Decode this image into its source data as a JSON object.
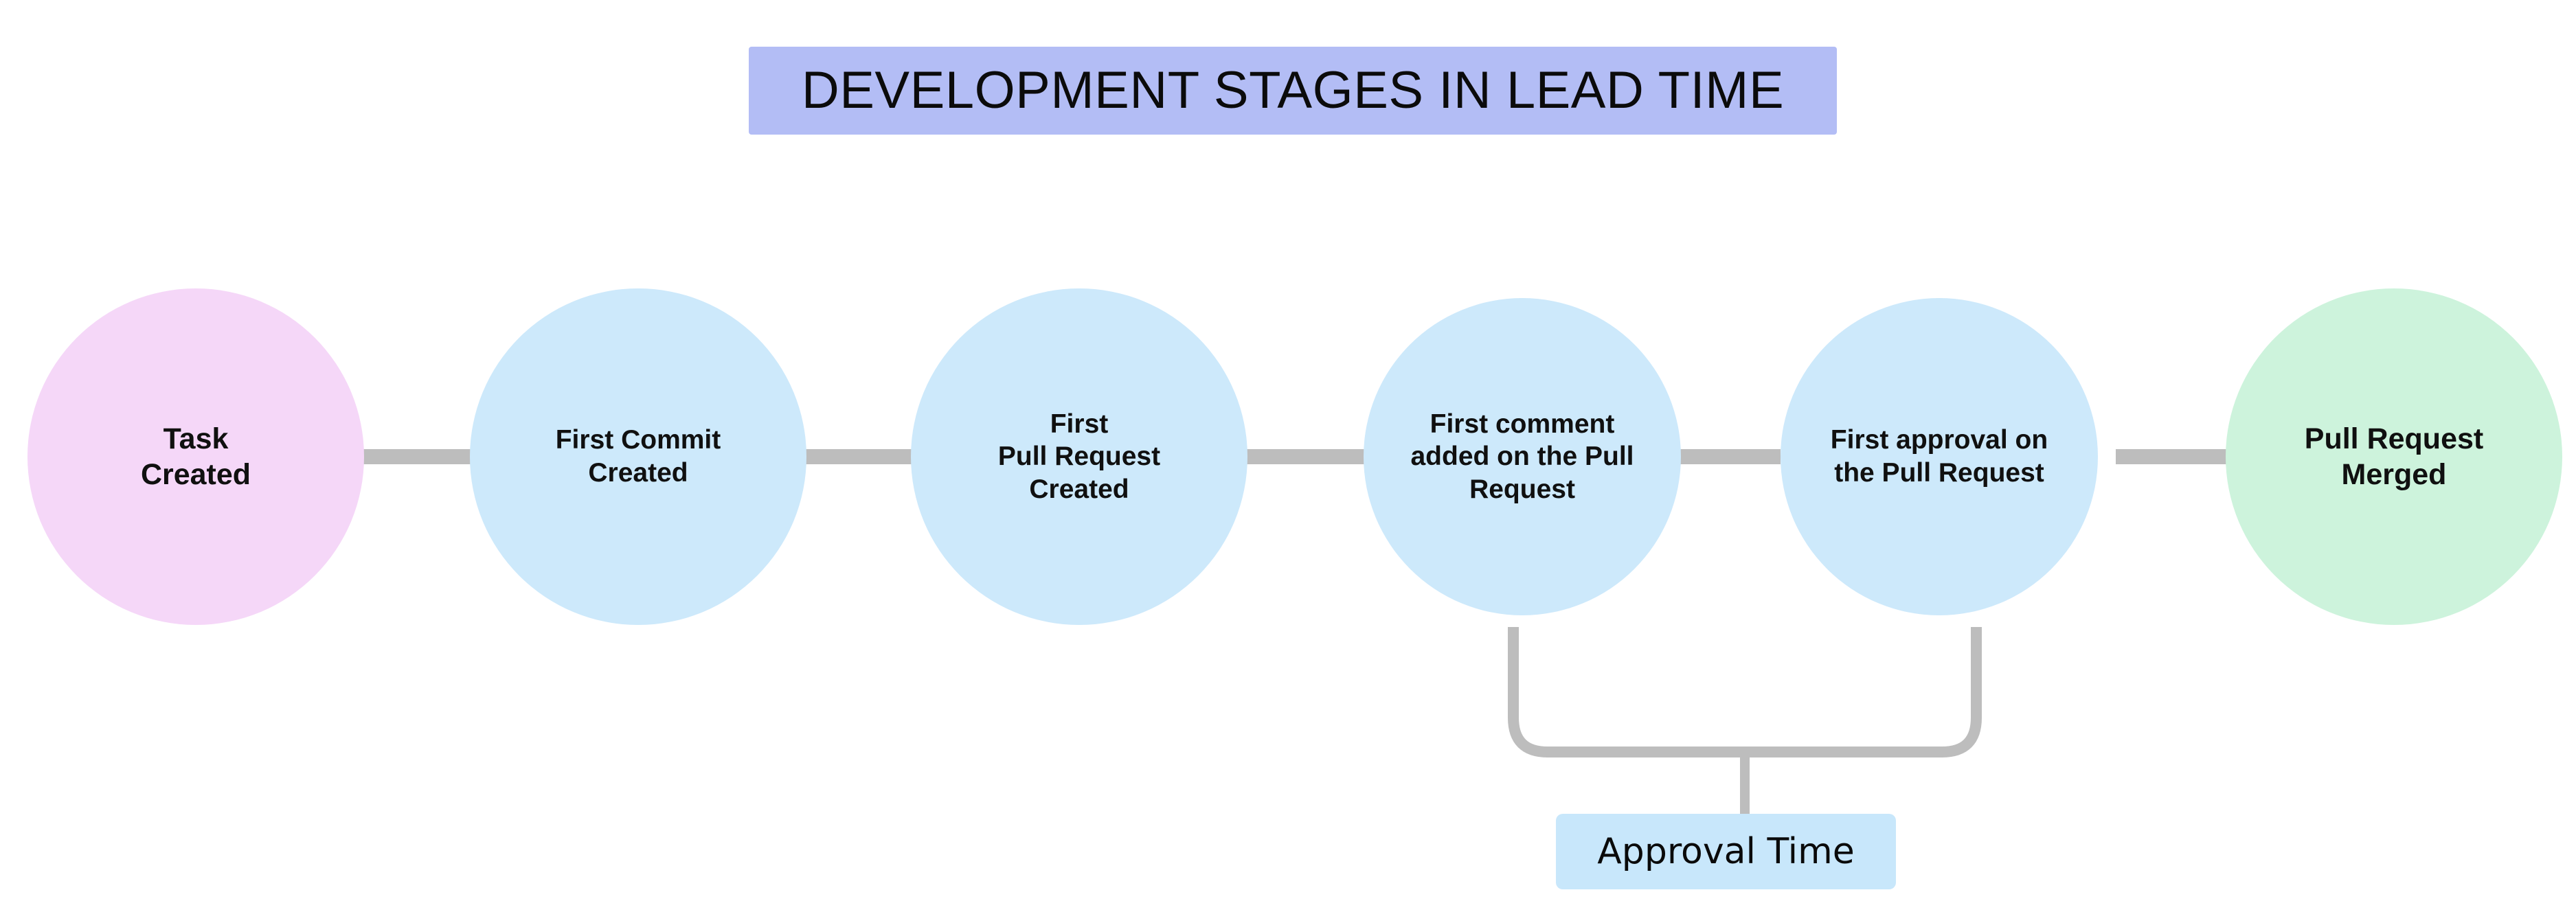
{
  "diagram": {
    "title": "DEVELOPMENT STAGES IN LEAD TIME",
    "title_bg": "#B3BDF5",
    "background": "#FFFFFF",
    "connector_color": "#BDBDBD",
    "type": "horizontal-flow-timeline",
    "nodes": [
      {
        "id": "task-created",
        "label": "Task\nCreated",
        "color": "#F5D7F8",
        "shape": "circle",
        "order": 1
      },
      {
        "id": "first-commit-created",
        "label": "First Commit\nCreated",
        "color": "#CDE9FB",
        "shape": "circle",
        "order": 2
      },
      {
        "id": "first-pull-request-created",
        "label": "First\nPull Request\nCreated",
        "color": "#CDE9FB",
        "shape": "circle",
        "order": 3
      },
      {
        "id": "first-comment-added",
        "label": "First comment\nadded on the Pull\nRequest",
        "color": "#CDE9FB",
        "shape": "circle",
        "order": 4
      },
      {
        "id": "first-approval",
        "label": "First approval on\nthe Pull Request",
        "color": "#CDE9FB",
        "shape": "circle",
        "order": 5
      },
      {
        "id": "pull-request-merged",
        "label": "Pull Request\nMerged",
        "color": "#CDF3DC",
        "shape": "circle",
        "order": 6
      }
    ],
    "annotation": {
      "id": "approval-time",
      "label": "Approval Time",
      "bg": "#C8E7FB",
      "spans_from": "first-comment-added",
      "spans_to": "first-approval"
    }
  }
}
